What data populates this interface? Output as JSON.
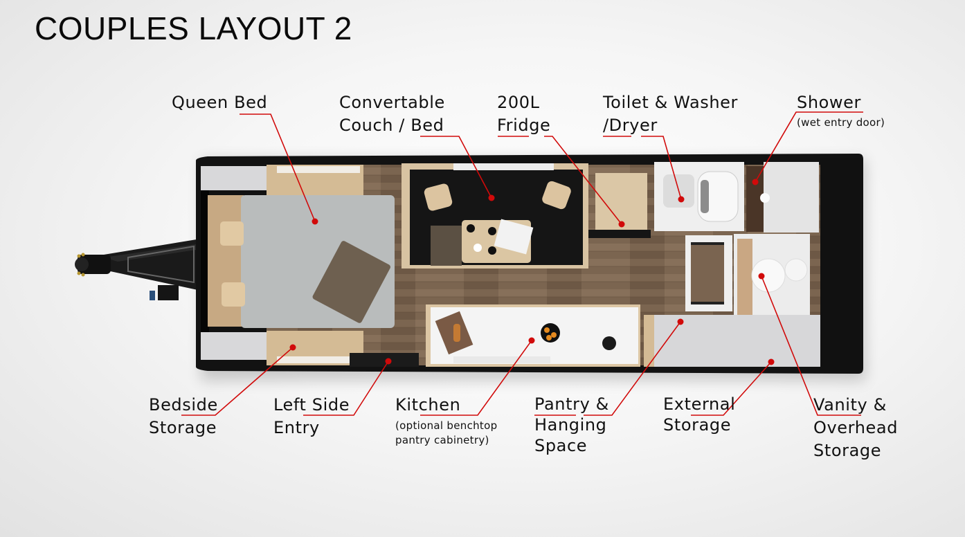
{
  "title": "COUPLES LAYOUT 2",
  "colors": {
    "leader_red": "#d10a0a",
    "chassis_black": "#121212",
    "floor_wood": "#7a6450",
    "cabinet_ply": "#d9c3a0",
    "bed_grey": "#b9bcbc",
    "couch_black": "#151515",
    "white_fit": "#f2f2f2"
  },
  "labels": {
    "queen_bed": {
      "line1": "Queen Bed"
    },
    "couch": {
      "line1": "Convertable",
      "line2": "Couch / Bed"
    },
    "fridge": {
      "line1": "200L",
      "line2": "Fridge"
    },
    "toilet": {
      "line1": "Toilet & Washer",
      "line2": "/Dryer"
    },
    "shower": {
      "line1": "Shower",
      "note": "(wet entry door)"
    },
    "bedside": {
      "line1": "Bedside",
      "line2": "Storage"
    },
    "entry": {
      "line1": "Left Side",
      "line2": "Entry"
    },
    "kitchen": {
      "line1": "Kitchen",
      "note1": "(optional benchtop",
      "note2": "pantry cabinetry)"
    },
    "pantry": {
      "line1": "Pantry &",
      "line2": "Hanging",
      "line3": "Space"
    },
    "external": {
      "line1": "External",
      "line2": "Storage"
    },
    "vanity": {
      "line1": "Vanity &",
      "line2": "Overhead",
      "line3": "Storage"
    }
  }
}
